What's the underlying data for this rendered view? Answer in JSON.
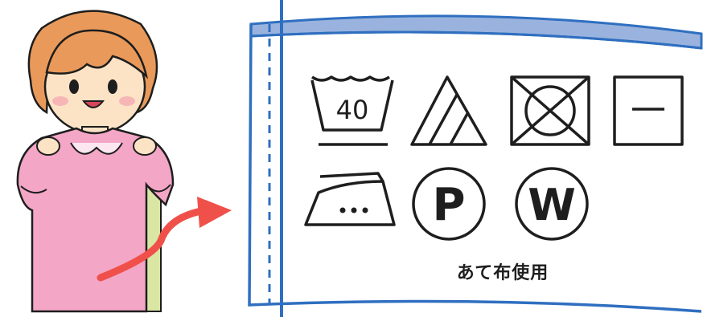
{
  "colors": {
    "tag_blue": "#2f6fc0",
    "tag_top_fill": "#9ab3de",
    "arrow": "#f0504a",
    "shirt": "#f4a6c6",
    "hair": "#e99a5a",
    "ink": "#1e1e1e"
  },
  "symbols": {
    "wash": {
      "icon": "wash-tub-icon",
      "temperature": "40"
    },
    "bleach": {
      "icon": "bleach-triangle-icon"
    },
    "tumble": {
      "icon": "no-tumble-dry-icon"
    },
    "dry": {
      "icon": "line-dry-flat-icon"
    },
    "iron": {
      "icon": "iron-medium-icon"
    },
    "dryclean": {
      "icon": "dryclean-p-icon",
      "letter": "P"
    },
    "wetclean": {
      "icon": "wetclean-w-icon",
      "letter": "W"
    }
  },
  "caption": "あて布使用"
}
